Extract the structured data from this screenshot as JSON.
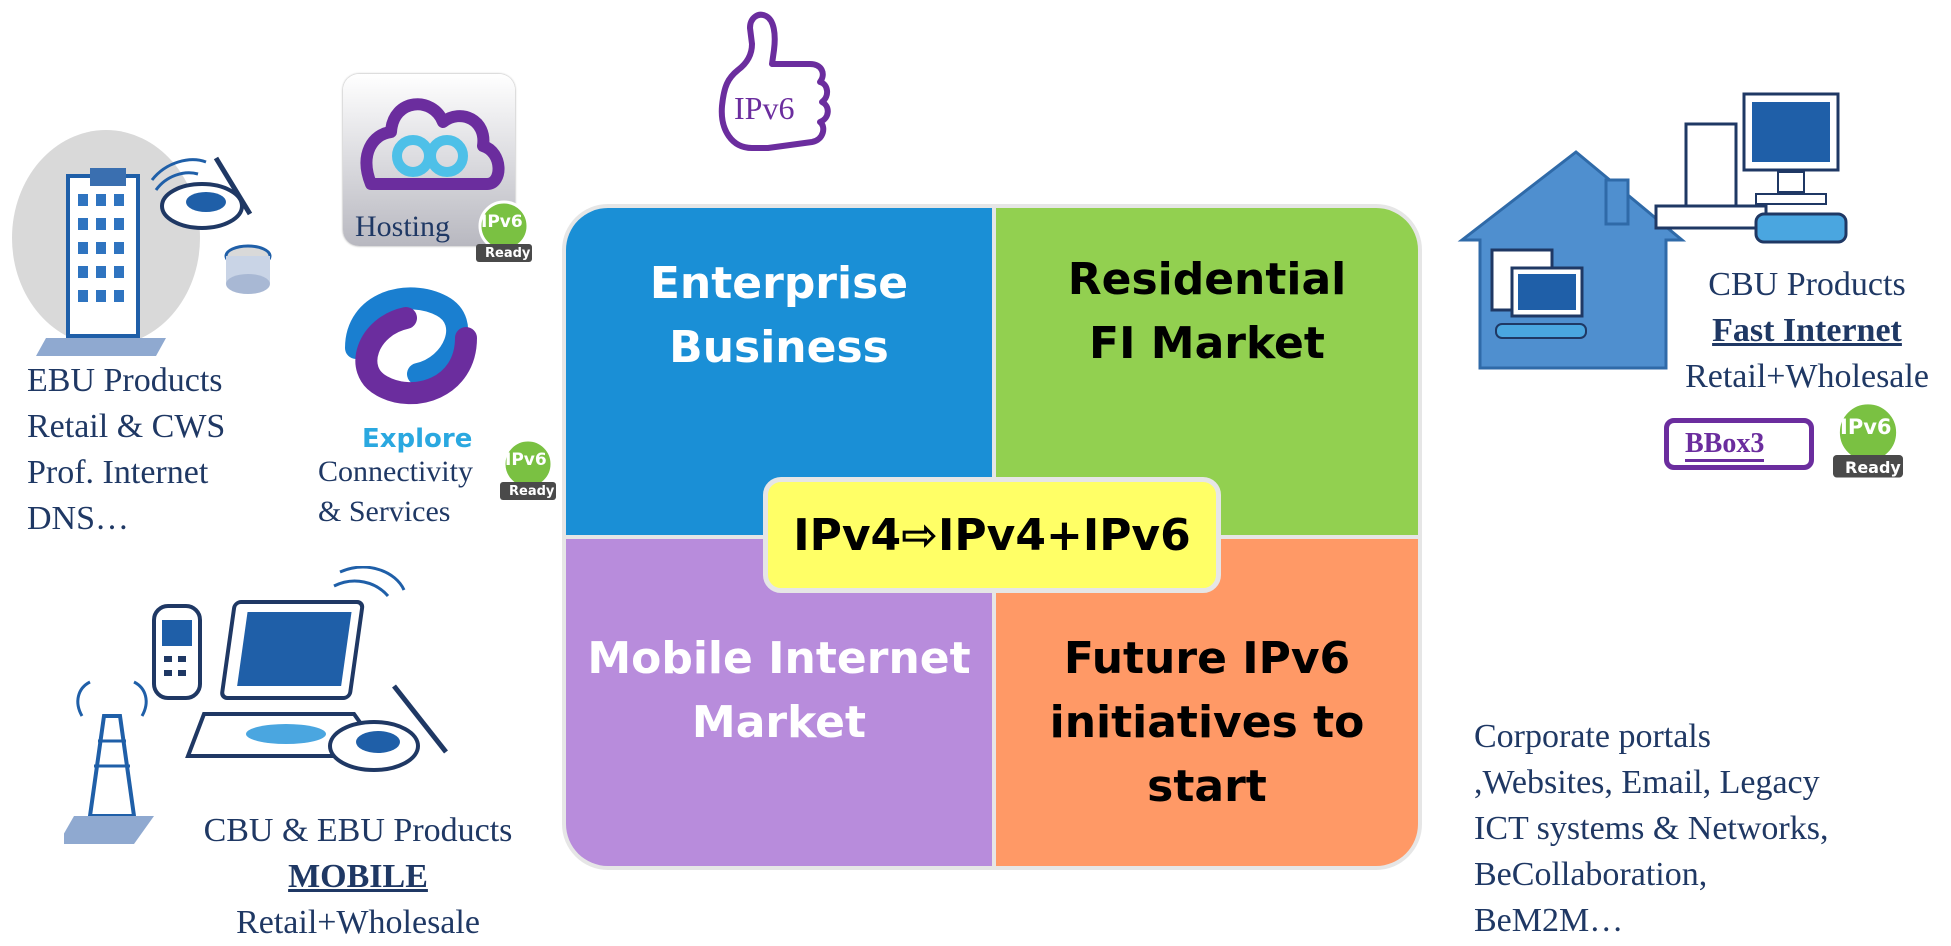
{
  "center": {
    "q1_line1": "Enterprise",
    "q1_line2": "Business",
    "q2_line1": "Residential",
    "q2_line2": "FI Market",
    "q3_line1": "Mobile Internet",
    "q3_line2": "Market",
    "q4_line1": "Future IPv6",
    "q4_line2": "initiatives to start",
    "transition": "IPv4⇨IPv4+IPv6"
  },
  "ebu": {
    "l1": "EBU Products",
    "l2": "Retail & CWS",
    "l3": "Prof. Internet",
    "l4": "DNS…"
  },
  "hosting": {
    "label": "Hosting"
  },
  "explore": {
    "logo_text": "Explore",
    "l1": "Connectivity",
    "l2": "& Services"
  },
  "thumb": {
    "text": "IPv6"
  },
  "cbu": {
    "l1": "CBU Products",
    "l2": "Fast Internet",
    "l3": "Retail+Wholesale",
    "bbox": "BBox3"
  },
  "mobile": {
    "l1": "CBU & EBU Products",
    "l2": "MOBILE",
    "l3": "Retail+Wholesale"
  },
  "corporate": {
    "l1": "Corporate portals",
    "l2": ",Websites, Email, Legacy",
    "l3": "ICT systems & Networks,",
    "l4": "BeCollaboration,",
    "l5": "BeM2M…"
  },
  "badge": {
    "top": "IPv6",
    "bottom": "Ready"
  },
  "colors": {
    "enterprise": "#1a8fd6",
    "residential": "#92d050",
    "mobile": "#b88cdc",
    "future": "#ff9966",
    "transition": "#ffff66",
    "purple": "#6b2d9e",
    "navy": "#1f3864"
  }
}
